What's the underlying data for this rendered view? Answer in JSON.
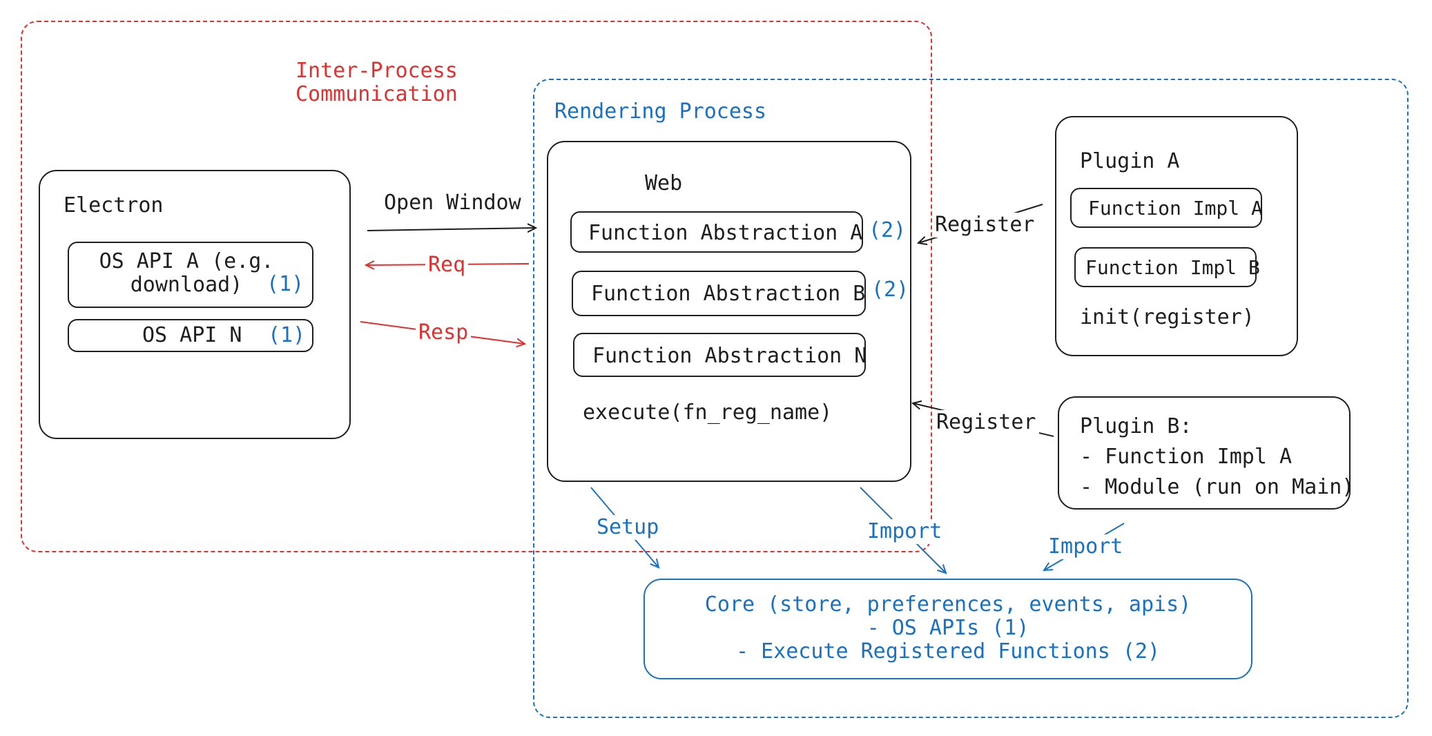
{
  "ipc_label": [
    "Inter-Process",
    "Communication"
  ],
  "rendering_process_label": "Rendering Process",
  "electron": {
    "title": "Electron",
    "os_api_a": [
      "OS API A (e.g.",
      "download)"
    ],
    "os_api_a_ref": "(1)",
    "os_api_n": "OS API N",
    "os_api_n_ref": "(1)"
  },
  "web": {
    "title": "Web",
    "fn_abs_a": "Function Abstraction A",
    "fn_abs_a_ref": "(2)",
    "fn_abs_b": "Function Abstraction B",
    "fn_abs_b_ref": "(2)",
    "fn_abs_n": "Function Abstraction N",
    "execute": "execute(fn_reg_name)"
  },
  "plugin_a": {
    "title": "Plugin A",
    "impl_a": "Function Impl A",
    "impl_b": "Function Impl B",
    "init": "init(register)"
  },
  "plugin_b": {
    "title": "Plugin B:",
    "line1": "- Function Impl A",
    "line2": "- Module (run on Main)"
  },
  "core": {
    "line1": "Core (store, preferences, events, apis)",
    "line2": "- OS APIs (1)",
    "line3": "- Execute Registered Functions (2)"
  },
  "edges": {
    "open_window": "Open Window",
    "req": "Req",
    "resp": "Resp",
    "register_a": "Register",
    "register_b": "Register",
    "setup": "Setup",
    "import_web": "Import",
    "import_plugin": "Import"
  },
  "colors": {
    "ink": "#1e1e1e",
    "ipc_red": "#e03131",
    "render_blue": "#1971c2"
  }
}
